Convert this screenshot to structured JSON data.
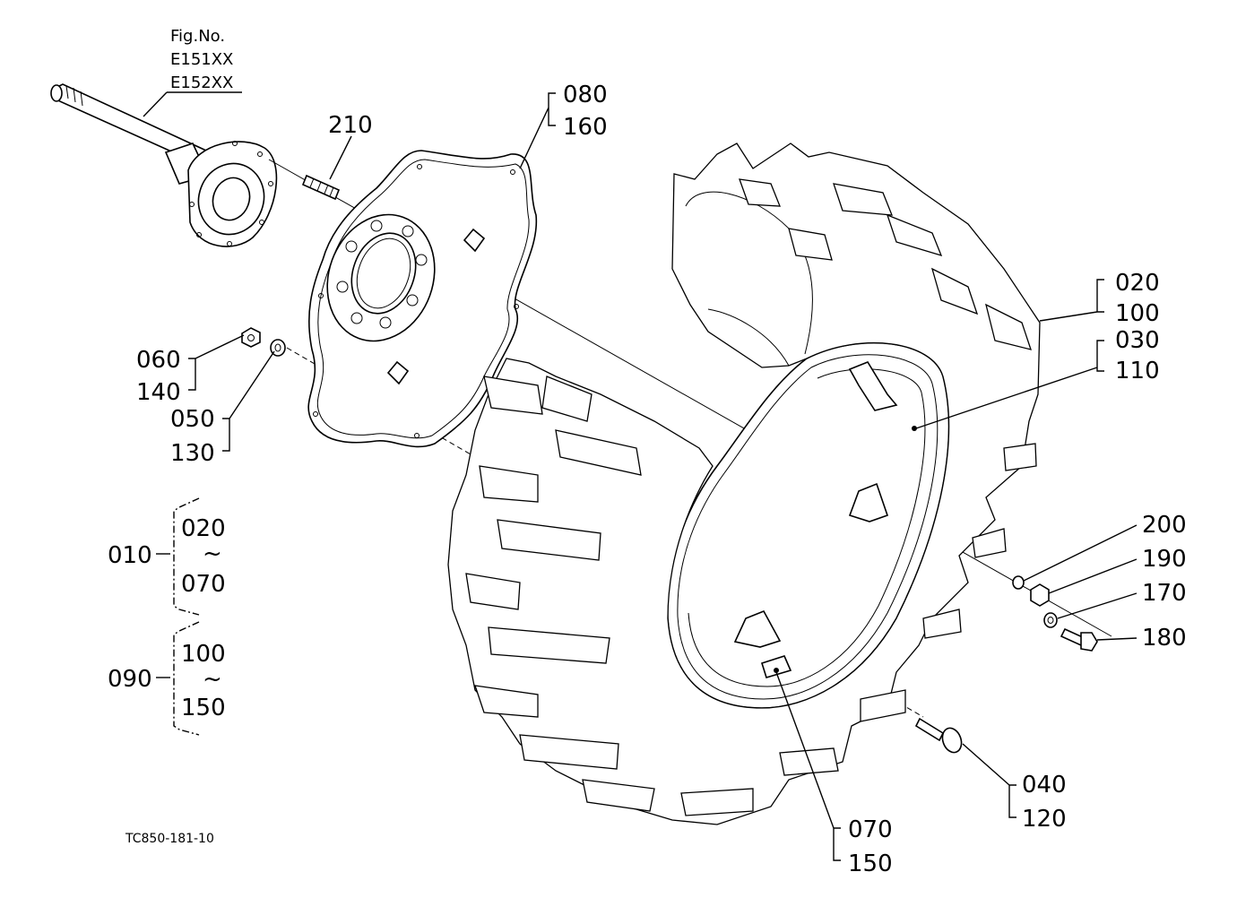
{
  "figure": {
    "label": "Fig.No.",
    "numbers": [
      "E151XX",
      "E152XX"
    ]
  },
  "drawing_code": "TC850-181-10",
  "callouts": {
    "c080": "080",
    "c160": "160",
    "c210": "210",
    "c020a": "020",
    "c100a": "100",
    "c030": "030",
    "c110": "110",
    "c060": "060",
    "c140": "140",
    "c050": "050",
    "c130": "130",
    "c200": "200",
    "c190": "190",
    "c170": "170",
    "c180": "180",
    "c040": "040",
    "c120": "120",
    "c070": "070",
    "c150": "150"
  },
  "groups": [
    {
      "id": "010",
      "from": "020",
      "tilde": "~",
      "to": "070"
    },
    {
      "id": "090",
      "from": "100",
      "tilde": "~",
      "to": "150"
    }
  ]
}
